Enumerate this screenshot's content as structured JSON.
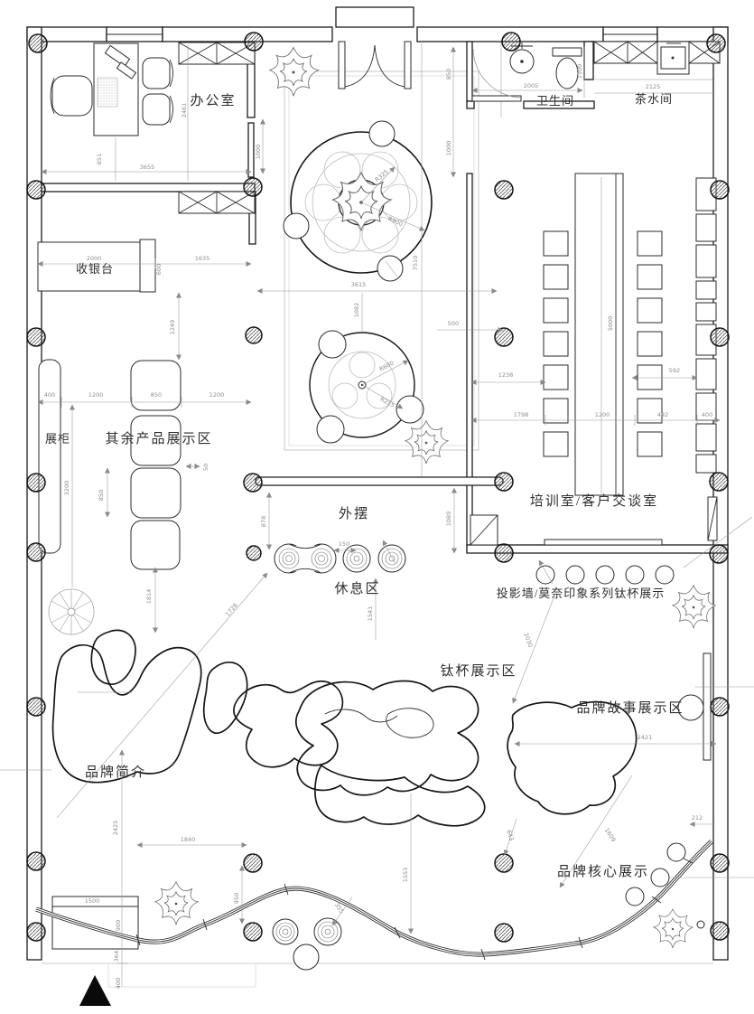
{
  "labels": {
    "office": "办公室",
    "bathroom": "卫生间",
    "tea": "茶水间",
    "cashier": "收银台",
    "cabinet": "展柜",
    "products": "其余产品展示区",
    "outdoor": "外摆",
    "rest": "休息区",
    "training": "培训室/客户交谈室",
    "projection": "投影墙/莫奈印象系列钛杯展示",
    "cup": "钛杯展示区",
    "story": "品牌故事展示区",
    "intro": "品牌简介",
    "core": "品牌核心展示"
  },
  "dims": {
    "office_width": "3655",
    "desk_851": "851",
    "office_depth": "2461",
    "office_1000": "1000",
    "wall_850": "850",
    "wall_1000": "1000",
    "bath_width": "2005",
    "bath_1100": "1100",
    "tea_width": "2125",
    "cashier_2000": "2000",
    "cashier_1635": "1635",
    "cashier_600": "600",
    "gap_1249": "1249",
    "row_400": "400",
    "row_1200a": "1200",
    "row_850": "850",
    "row_1200b": "1200",
    "col_3200": "3200",
    "tbl_850": "850",
    "tiny_50": "50",
    "v_1814": "1814",
    "plat_3615": "3615",
    "v_1082": "1082",
    "v_7510": "7510",
    "r900": "R900",
    "r325": "R325",
    "r600": "R600",
    "r215": "R215",
    "gap_500": "500",
    "table_5000": "5000",
    "tr_1238": "1238",
    "tr_592": "592",
    "tr_1798": "1798",
    "tr_1200": "1200",
    "tr_492": "492",
    "tr_400": "400",
    "v_878": "878",
    "v_1089": "1089",
    "rest_150": "150",
    "v_1541": "1541",
    "diag_1728": "1728",
    "diag_2030": "2030",
    "story_2421": "2421",
    "story_212": "212",
    "diag_1609": "1609",
    "diag_643": "643",
    "v_1553": "1553",
    "diag_355": "355",
    "v_2425": "2425",
    "h_1840": "1840",
    "v_950": "950",
    "rect_1500": "1500",
    "rect_900": "900",
    "rect_364": "364",
    "rect_400": "400"
  }
}
